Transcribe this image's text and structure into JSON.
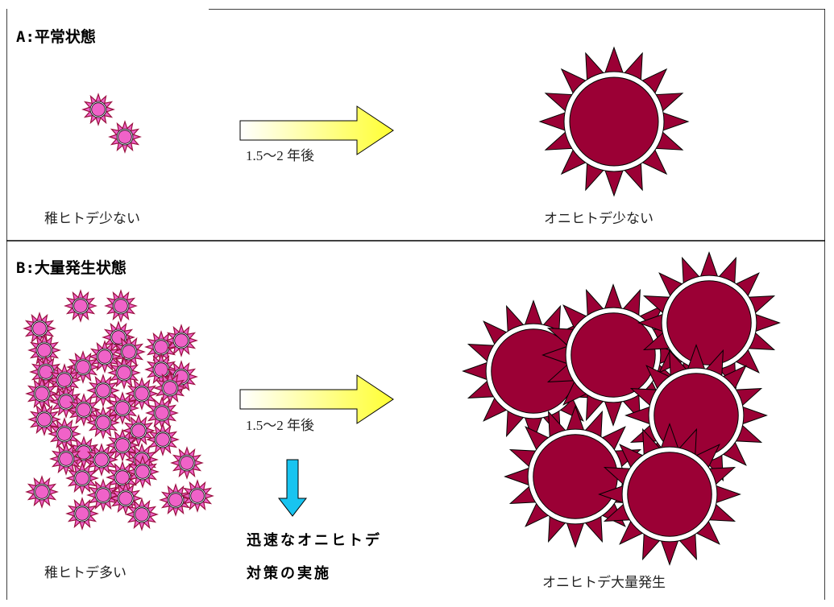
{
  "sections": {
    "normal": {
      "title": "A:平常状態",
      "arrow_label": "1.5～2 年後",
      "juvenile_caption": "稚ヒトデ少ない",
      "adult_caption": "オニヒトデ少ない"
    },
    "outbreak": {
      "title": "B:大量発生状態",
      "arrow_label": "1.5～2 年後",
      "juvenile_caption": "稚ヒトデ多い",
      "adult_caption": "オニヒトデ大量発生",
      "action_line1": "迅速なオニヒトデ",
      "action_line2": "対策の実施"
    }
  },
  "colors": {
    "juvenile_fill": "#f062c8",
    "juvenile_spike": "#9a1040",
    "adult_fill": "#9b0035",
    "arrow_gradient_start": "#ffffff",
    "arrow_gradient_end": "#ffff33",
    "down_arrow": "#18c4f0",
    "border": "#000000"
  },
  "icons": {
    "juvenile": "small-pink-starfish-icon",
    "adult": "crown-of-thorns-starfish-icon",
    "growth_arrow": "right-arrow-icon",
    "action_arrow": "down-arrow-icon"
  }
}
